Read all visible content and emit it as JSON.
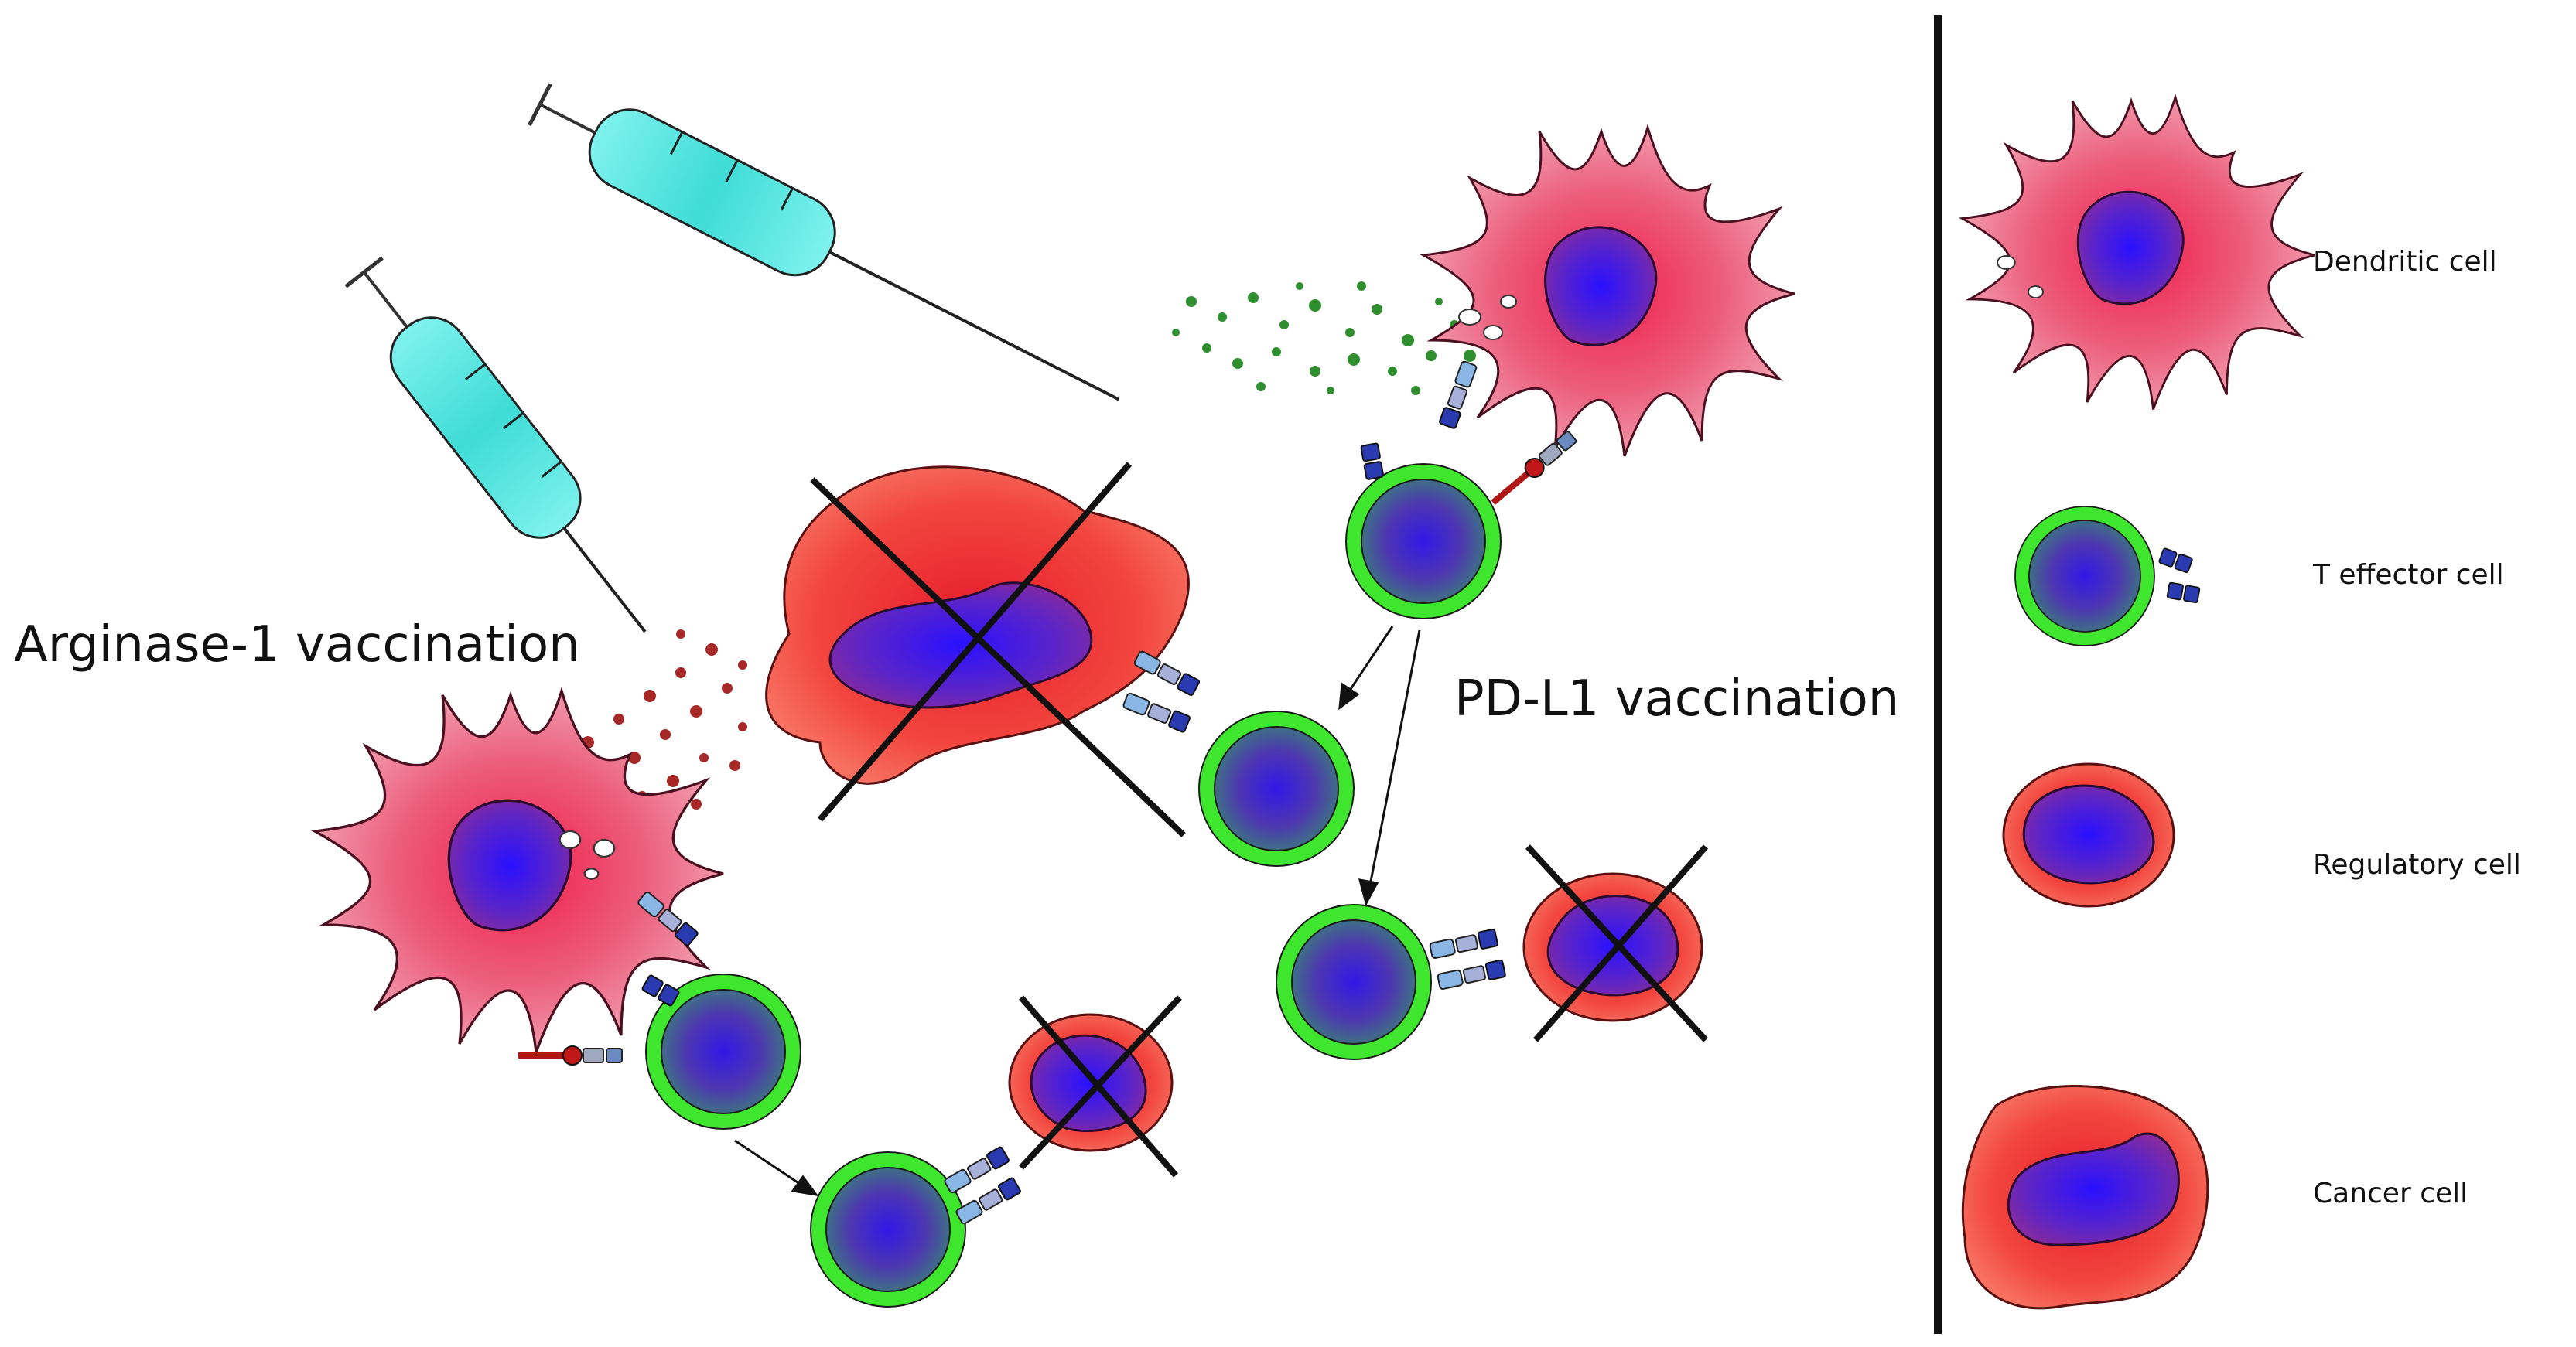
{
  "labels": {
    "arginase": "Arginase-1 vaccination",
    "pdl1": "PD-L1 vaccination"
  },
  "legend": {
    "items": [
      {
        "label": "Dendritic cell"
      },
      {
        "label": "T effector cell"
      },
      {
        "label": "Regulatory cell"
      },
      {
        "label": "Cancer cell"
      }
    ]
  },
  "colors": {
    "dendritic": "#e8506e",
    "t_cell_ring": "#3ee62e",
    "nucleus": "#3a1fd6",
    "cancer": "#f03b3b",
    "syringe": "#4fe6e0",
    "arginase_particles": "#a12828",
    "pdl1_particles": "#2a8a2a"
  }
}
